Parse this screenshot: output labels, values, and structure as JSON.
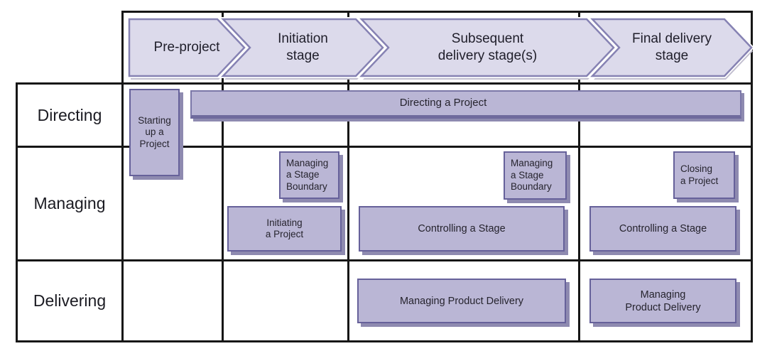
{
  "header": {
    "stages": [
      {
        "label": "Pre-project"
      },
      {
        "label": "Initiation\nstage"
      },
      {
        "label": "Subsequent\ndelivery stage(s)"
      },
      {
        "label": "Final delivery\nstage"
      }
    ]
  },
  "rows": [
    {
      "label": "Directing"
    },
    {
      "label": "Managing"
    },
    {
      "label": "Delivering"
    }
  ],
  "processes": {
    "starting_up": "Starting\nup a\nProject",
    "directing": "Directing a Project",
    "managing_stage_boundary": "Managing\na Stage\nBoundary",
    "initiating": "Initiating\na Project",
    "controlling": "Controlling a Stage",
    "closing": "Closing\na Project",
    "managing_product_delivery": "Managing Product Delivery",
    "managing_product_delivery_wrapped": "Managing\nProduct Delivery"
  },
  "colors": {
    "chevron_fill": "#dcdaeb",
    "chevron_border": "#8682b3",
    "box_fill": "#bab6d5",
    "box_border": "#66619a",
    "box_shadow": "#8e8ab0",
    "grid_line": "#161616",
    "text": "#26242e"
  }
}
